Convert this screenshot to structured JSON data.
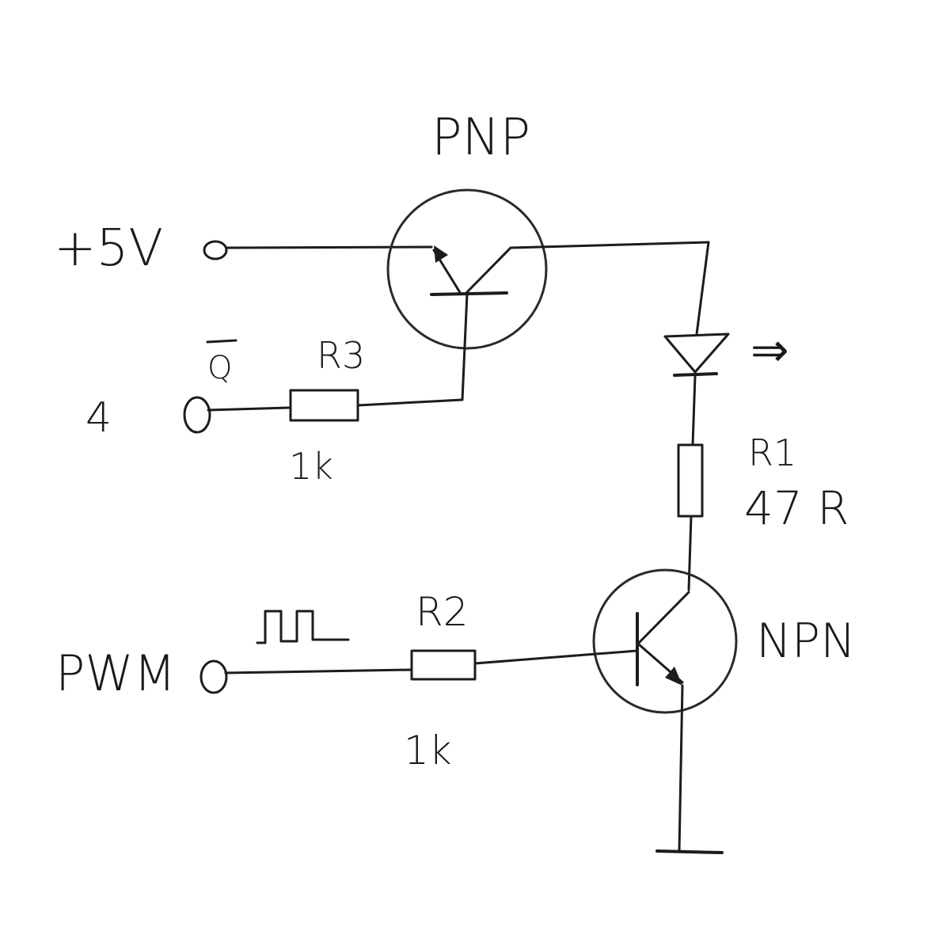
{
  "labels": {
    "pnp": "PNP",
    "npn": "NPN",
    "vcc": "+5V",
    "q_bar": "Q",
    "pin4": "4",
    "r3_name": "R3",
    "r3_value": "1k",
    "r1_name": "R1",
    "r1_value": "47 R",
    "r2_name": "R2",
    "r2_value": "1k",
    "pwm": "PWM",
    "light_arrow": "⇒"
  },
  "components": [
    {
      "type": "pnp-transistor",
      "label": "PNP"
    },
    {
      "type": "npn-transistor",
      "label": "NPN"
    },
    {
      "type": "resistor",
      "name": "R3",
      "value": "1k"
    },
    {
      "type": "resistor",
      "name": "R1",
      "value": "47 R"
    },
    {
      "type": "resistor",
      "name": "R2",
      "value": "1k"
    },
    {
      "type": "led"
    },
    {
      "type": "ground"
    }
  ]
}
